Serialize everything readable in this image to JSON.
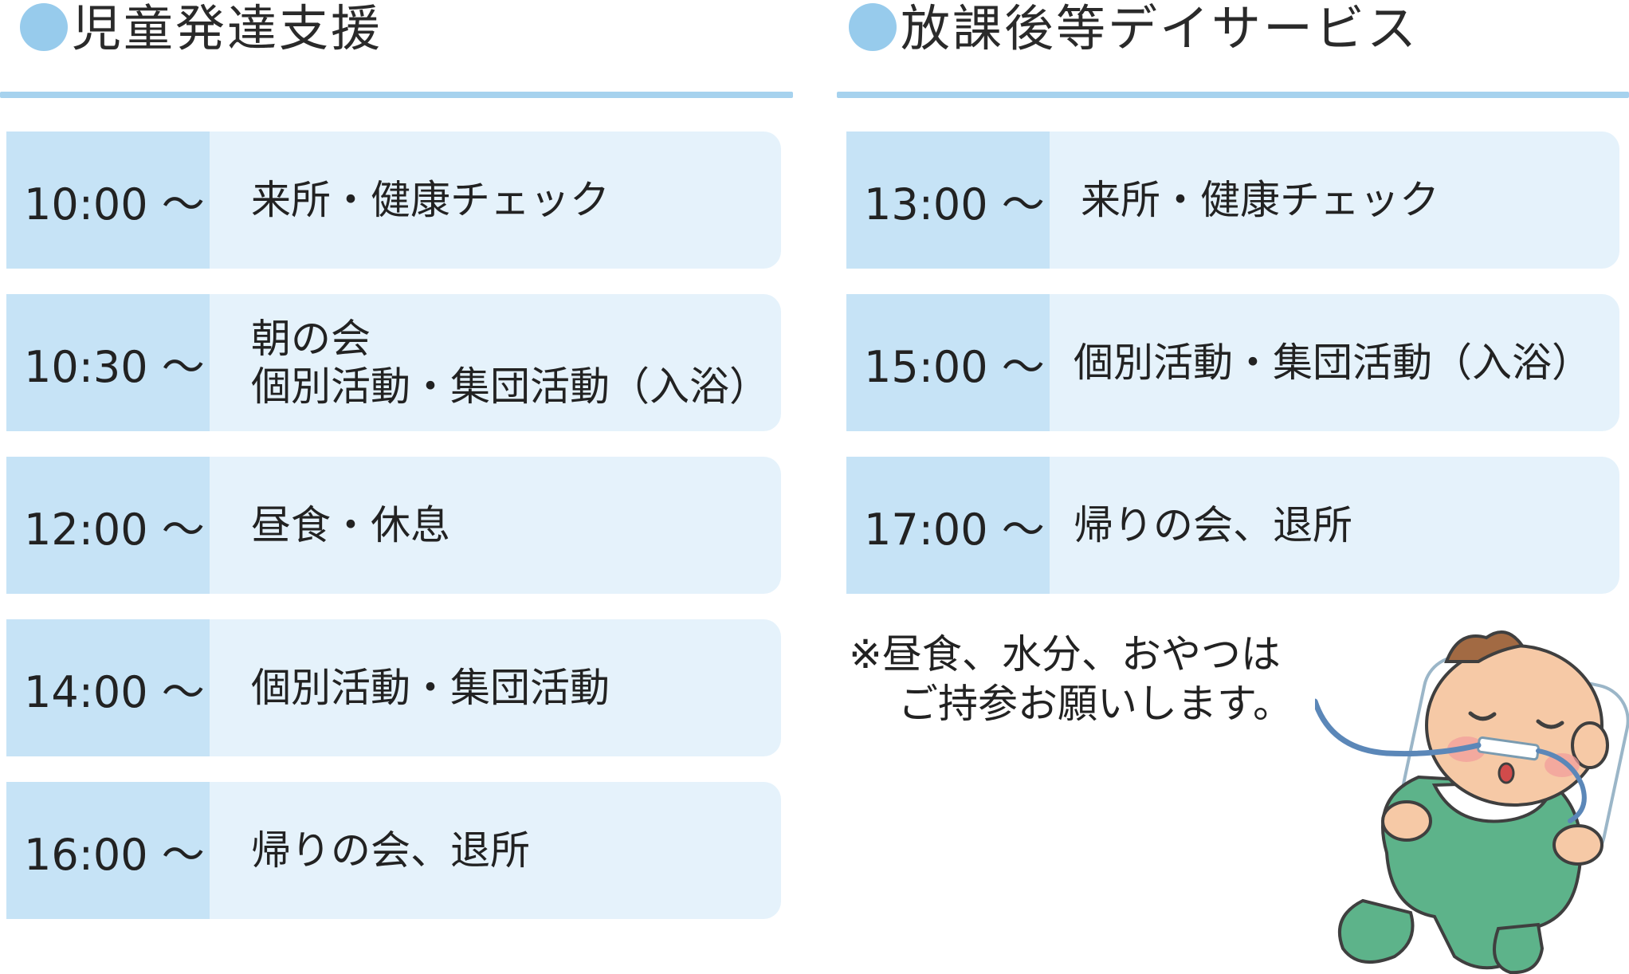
{
  "left_section": {
    "title": "児童発達支援",
    "schedule": [
      {
        "time": "10:00 〜",
        "lines": [
          "来所・健康チェック"
        ]
      },
      {
        "time": "10:30 〜",
        "lines": [
          "朝の会",
          "個別活動・集団活動（入浴）"
        ]
      },
      {
        "time": "12:00 〜",
        "lines": [
          "昼食・休息"
        ]
      },
      {
        "time": "14:00 〜",
        "lines": [
          "個別活動・集団活動"
        ]
      },
      {
        "time": "16:00 〜",
        "lines": [
          "帰りの会、退所"
        ]
      }
    ]
  },
  "right_section": {
    "title": "放課後等デイサービス",
    "schedule": [
      {
        "time": "13:00 〜",
        "lines": [
          "来所・健康チェック"
        ]
      },
      {
        "time": "15:00 〜",
        "lines": [
          "個別活動・集団活動（入浴）"
        ]
      },
      {
        "time": "17:00 〜",
        "lines": [
          "帰りの会、退所"
        ]
      }
    ]
  },
  "note": {
    "line1": "※昼食、水分、おやつは",
    "line2": "ご持参お願いします。"
  },
  "illustration": {
    "icon": "sleeping-baby-icon"
  },
  "colors": {
    "accent": "#97cbec",
    "rule": "#a6d2ee",
    "time_cell": "#c6e3f6",
    "row_bg": "#e5f2fb",
    "baby_suit": "#5db38a"
  }
}
